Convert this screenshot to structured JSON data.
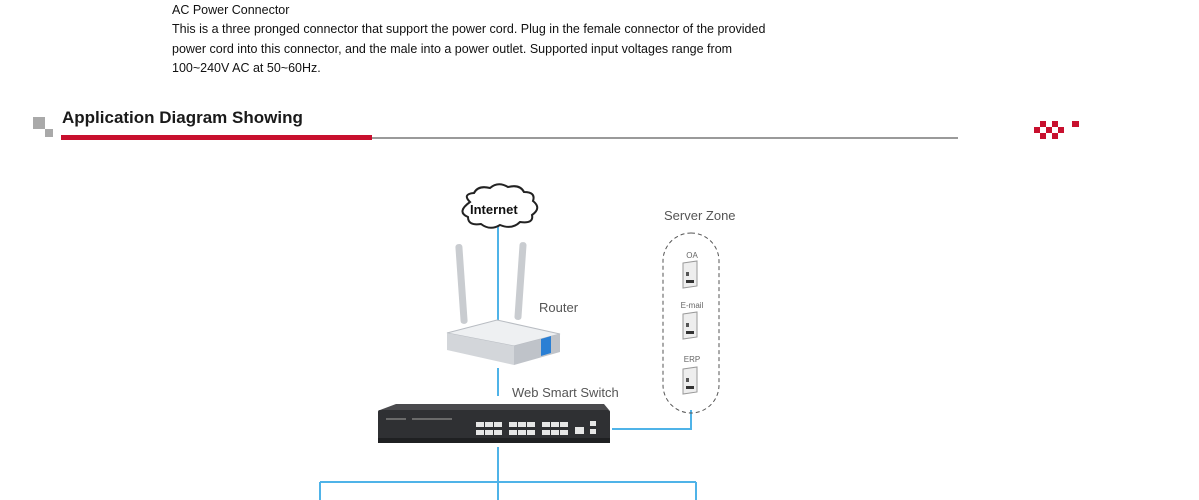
{
  "connector": {
    "title": "AC Power Connector",
    "line1": "This is a three pronged connector that support the power cord. Plug in the female connector of the provided",
    "line2": "power cord into this connector, and the male into a power outlet. Supported input voltages range from",
    "line3": "100~240V AC at 50~60Hz."
  },
  "section": {
    "title": "Application Diagram Showing"
  },
  "diagram": {
    "internet": "Internet",
    "router": "Router",
    "switch": "Web Smart Switch",
    "server_zone": "Server Zone",
    "servers": [
      "OA",
      "E-mail",
      "ERP"
    ]
  },
  "colors": {
    "accent_red": "#c8102e",
    "rule_gray": "#9a9a9a",
    "link_blue": "#4fb3e8"
  }
}
